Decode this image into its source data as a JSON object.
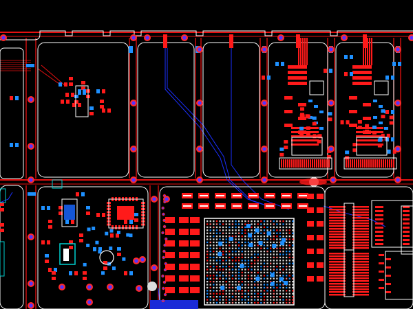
{
  "view": {
    "title": "",
    "background_color": "#000000"
  },
  "colors": {
    "board_outline": "#ffffff",
    "top_copper": "#ff1a1a",
    "top_trace": "#e81010",
    "bottom_pad": "#1e90ff",
    "bottom_pad_dark": "#1456d6",
    "bottom_trace": "#1a2fff",
    "via_ring": "#ff2a2a",
    "via_center": "#5533ff",
    "silkscreen": "#ffffff",
    "teal": "#00d0d0",
    "selection_fill": "#1a2bd8"
  },
  "layers_visible": [
    "top-copper",
    "bottom-copper",
    "silkscreen",
    "board-outline",
    "vias"
  ],
  "components": {
    "bga_count": 1,
    "test_points": 2,
    "connector_banks": 2
  }
}
